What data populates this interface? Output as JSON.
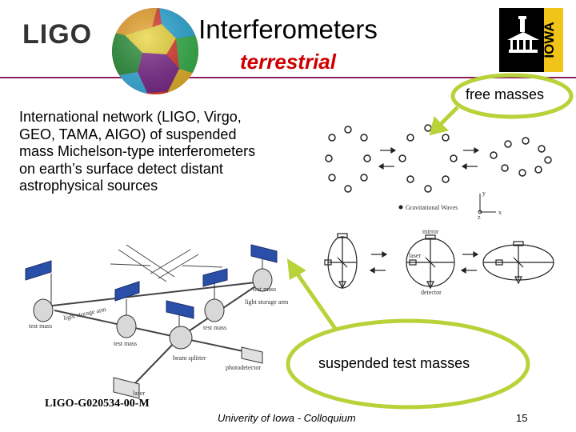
{
  "header": {
    "logo_text": "LIGO",
    "title": "Interferometers",
    "subtitle": "terrestrial",
    "iowa_logo_text": "IOWA"
  },
  "body": {
    "lines": [
      "International network (LIGO, Virgo,",
      "GEO, TAMA, AIGO)  of suspended",
      "mass Michelson-type interferometers",
      "on earth’s surface detect distant",
      "astrophysical sources"
    ]
  },
  "callouts": {
    "free_masses": "free masses",
    "suspended_test_masses": "suspended test masses"
  },
  "gw_figure": {
    "caption": "Gravitational Waves",
    "axis_y": "y",
    "axis_x": "x",
    "axis_z": "z"
  },
  "interferometer_figure": {
    "mirror": "mirror",
    "laser": "laser",
    "detector": "detector"
  },
  "setup_figure": {
    "test_mass": "test mass",
    "light_storage_arm": "light storage arm",
    "beam_splitter": "beam splitter",
    "photodetector": "photodetector",
    "laser": "laser"
  },
  "footer": {
    "reference": "LIGO-G020534-00-M",
    "center": "Univerity of Iowa - Colloquium",
    "page": "15"
  },
  "colors": {
    "accent_line": "#8a1f5c",
    "subtitle": "#cc0000",
    "highlight_ellipse": "#b8d23a"
  }
}
